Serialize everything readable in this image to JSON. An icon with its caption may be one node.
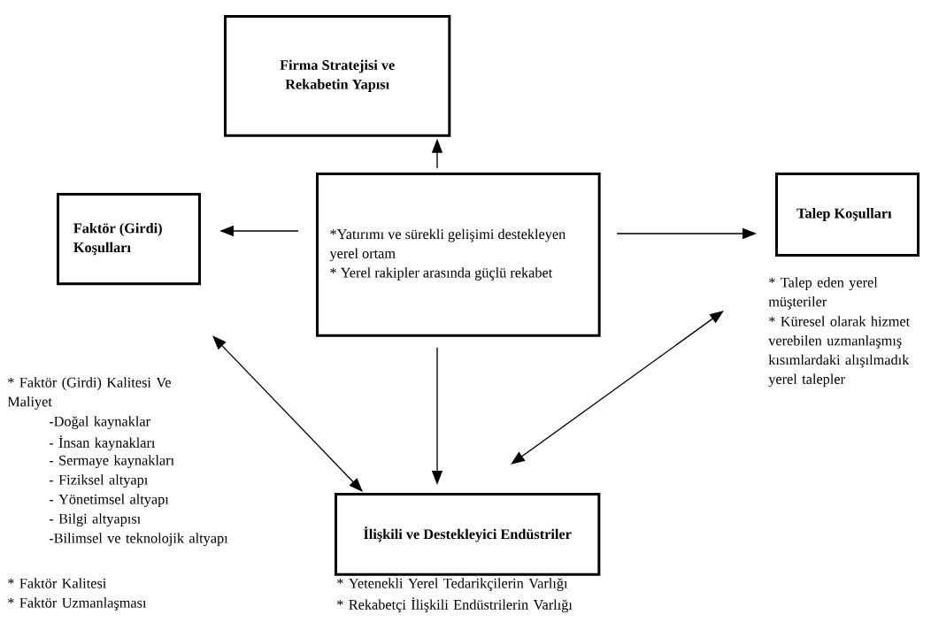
{
  "diagram": {
    "nodes": [
      {
        "text": [
          "Firma Stratejisi ve Rekabetin Yapısı"
        ]
      },
      {
        "text": [
          "Faktör (Girdi) Koşulları"
        ],
        "beside": [
          "* Faktör (Girdi) Kalitesi Ve Maliyet",
          "-Doğal kaynaklar",
          "- İnsan kaynakları",
          "- Sermaye kaynakları",
          "- Fiziksel altyapı",
          "- Yönetimsel altyapı",
          "- Bilgi altyapısı",
          "-Bilimsel ve teknolojik altyapı",
          "* Faktör Kalitesi",
          "* Faktör Uzmanlaşması"
        ]
      },
      {
        "text": [
          "*Yatırımı ve sürekli gelişimi destekleyen yerel ortam",
          "* Yerel rakipler arasında güçlü rekabet"
        ]
      },
      {
        "text": [
          "Talep Koşulları"
        ],
        "beside": [
          "* Talep eden yerel müşteriler",
          "* Küresel olarak hizmet verebilen uzmanlaşmış kısımlardaki alışılmadık yerel talepler"
        ]
      },
      {
        "text": [
          "İlişkili ve Destekleyici Endüstriler"
        ],
        "beside": [
          "* Yetenekli Yerel Tedarikçilerin  Varlığı",
          "* Rekabetçi İlişkili Endüstrilerin Varlığı"
        ]
      }
    ],
    "edges": [
      {
        "from": 2,
        "to": 0,
        "arrow": "to"
      },
      {
        "from": 2,
        "to": 1,
        "arrow": "to"
      },
      {
        "from": 2,
        "to": 3,
        "arrow": "to"
      },
      {
        "from": 2,
        "to": 4,
        "arrow": "to"
      },
      {
        "from": 1,
        "to": 4,
        "arrow": "both"
      },
      {
        "from": 3,
        "to": 4,
        "arrow": "both"
      }
    ]
  }
}
